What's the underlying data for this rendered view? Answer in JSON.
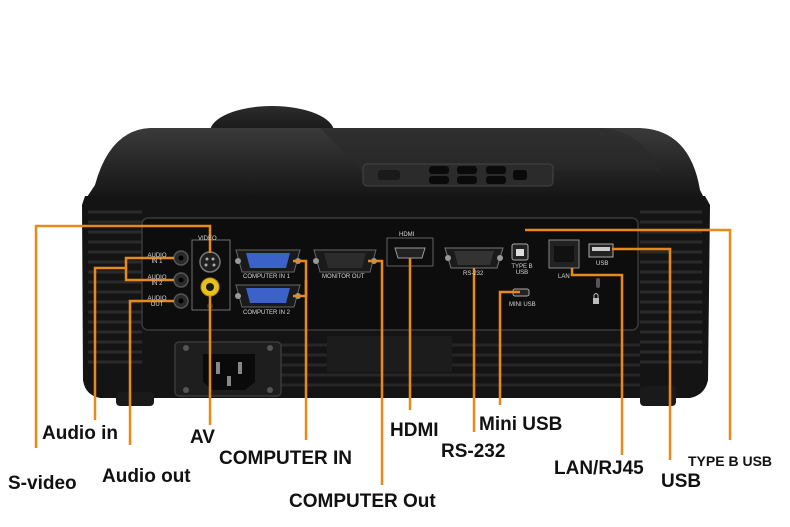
{
  "callouts": {
    "s_video": "S-video",
    "audio_in": "Audio in",
    "audio_out": "Audio out",
    "av": "AV",
    "computer_in": "COMPUTER IN",
    "computer_out": "COMPUTER Out",
    "hdmi": "HDMI",
    "rs232": "RS-232",
    "mini_usb": "Mini USB",
    "lan": "LAN/RJ45",
    "usb": "USB",
    "type_b_usb": "TYPE B USB"
  },
  "panel_labels": {
    "video": "VIDEO",
    "audio_in_1": "AUDIO IN 1",
    "audio_in_2": "AUDIO IN 2",
    "audio_out": "AUDIO OUT",
    "computer_in_1": "COMPUTER IN 1",
    "computer_in_2": "COMPUTER IN 2",
    "monitor_out": "MONITOR OUT",
    "hdmi": "HDMI",
    "rs232": "RS-232",
    "type_b_usb": "TYPE B USB",
    "mini_usb": "MINI USB",
    "lan": "LAN",
    "usb": "USB"
  },
  "colors": {
    "leader_line": "#e8891c",
    "body": "#111111",
    "vga_blue": "#3a62c9",
    "av_yellow": "#e8c21a"
  }
}
